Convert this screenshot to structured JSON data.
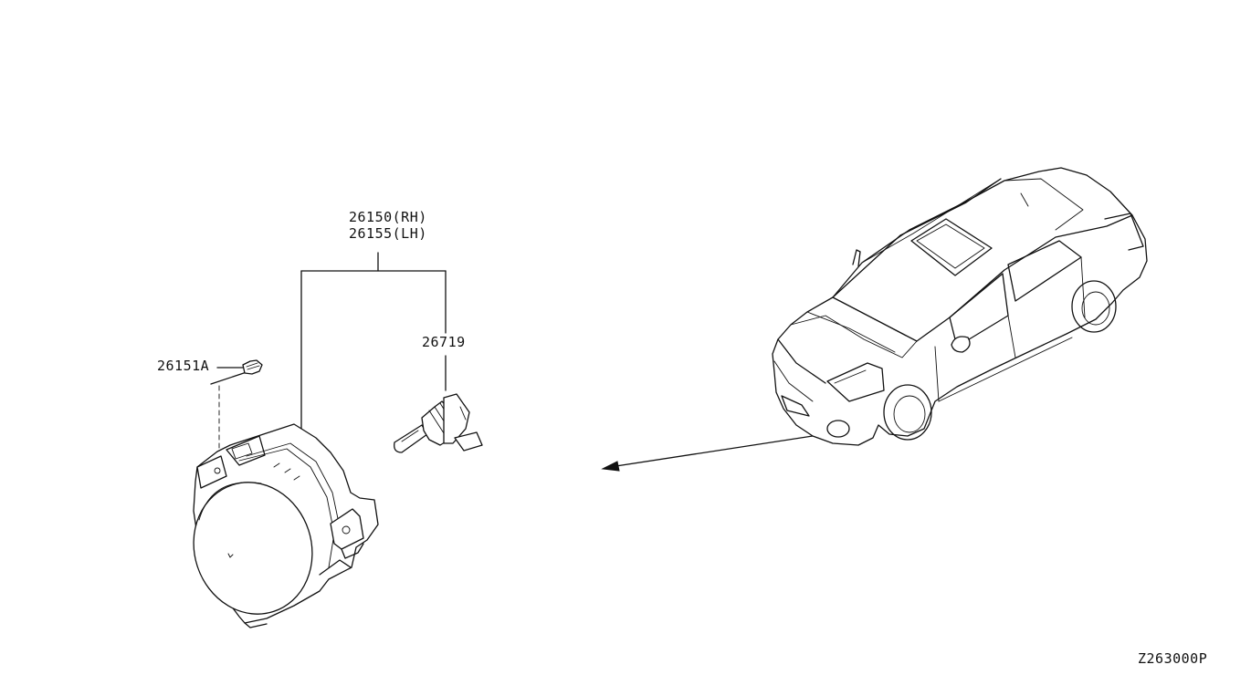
{
  "callouts": {
    "fog_lamp_rh": "26150(RH)",
    "fog_lamp_lh": "26155(LH)",
    "bulb": "26719",
    "screw": "26151A"
  },
  "diagram_code": "Z263000P"
}
